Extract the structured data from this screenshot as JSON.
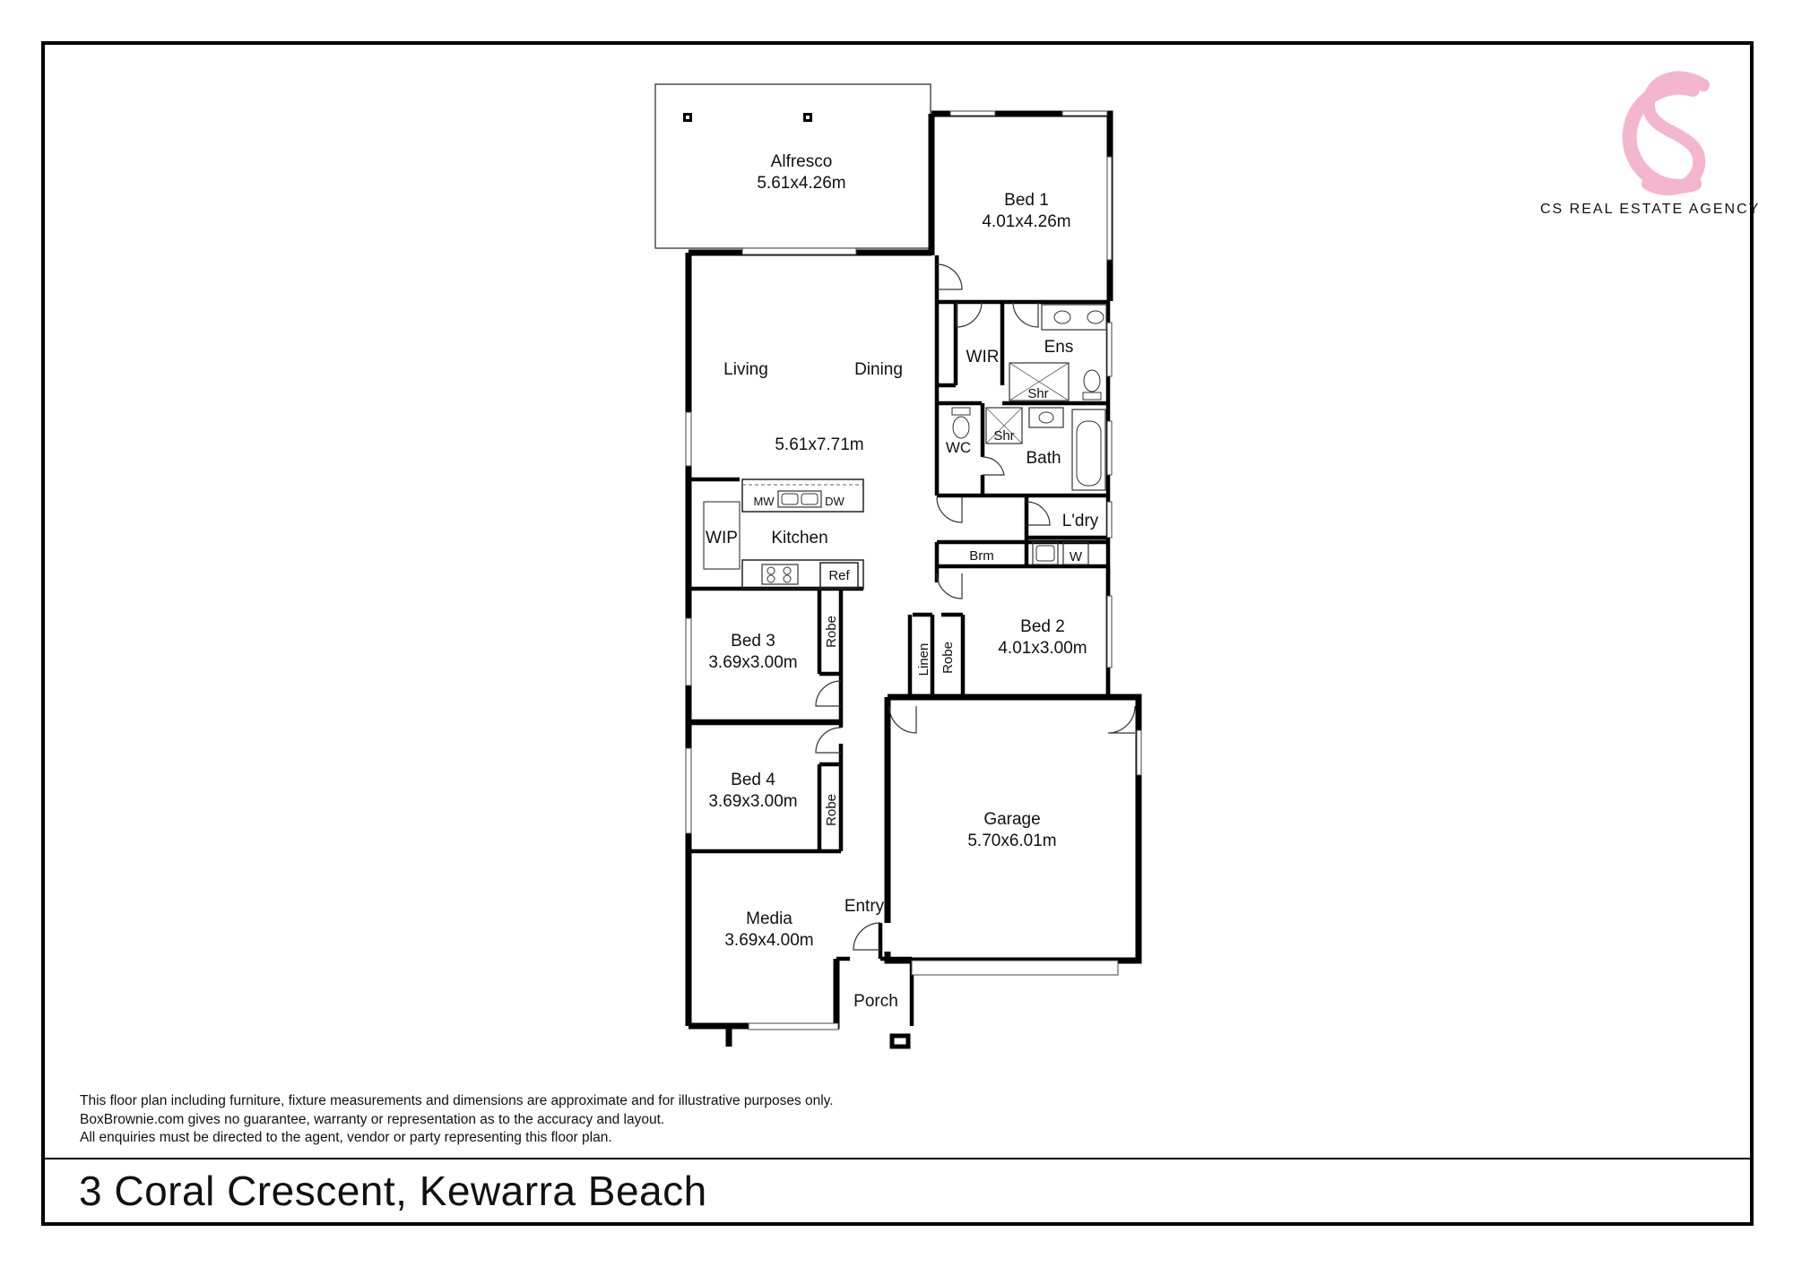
{
  "address": "3 Coral Crescent, Kewarra Beach",
  "agency": {
    "name": "CS REAL ESTATE AGENCY",
    "logo_color": "#f4b6cf"
  },
  "disclaimer": [
    "This floor plan including furniture, fixture measurements and dimensions are approximate and for illustrative purposes only.",
    "BoxBrownie.com gives no guarantee, warranty or representation as to the accuracy and layout.",
    "All enquiries must be directed to the agent, vendor or party representing this floor plan."
  ],
  "rooms": {
    "alfresco": {
      "name": "Alfresco",
      "size": "5.61x4.26m"
    },
    "bed1": {
      "name": "Bed 1",
      "size": "4.01x4.26m"
    },
    "living": {
      "name": "Living"
    },
    "dining": {
      "name": "Dining"
    },
    "living_size": "5.61x7.71m",
    "wir": {
      "name": "WIR"
    },
    "ens": {
      "name": "Ens"
    },
    "ens_shr": {
      "name": "Shr"
    },
    "wc": {
      "name": "WC"
    },
    "bath": {
      "name": "Bath"
    },
    "bath_shr": {
      "name": "Shr"
    },
    "kitchen": {
      "name": "Kitchen"
    },
    "wip": {
      "name": "WIP"
    },
    "mw": {
      "name": "MW"
    },
    "dw": {
      "name": "DW"
    },
    "ref": {
      "name": "Ref"
    },
    "laundry": {
      "name": "L'dry"
    },
    "laundry_w": {
      "name": "W"
    },
    "brm": {
      "name": "Brm"
    },
    "bed2": {
      "name": "Bed 2",
      "size": "4.01x3.00m"
    },
    "linen": {
      "name": "Linen"
    },
    "bed2_robe": {
      "name": "Robe"
    },
    "bed3": {
      "name": "Bed 3",
      "size": "3.69x3.00m"
    },
    "bed3_robe": {
      "name": "Robe"
    },
    "bed4": {
      "name": "Bed 4",
      "size": "3.69x3.00m"
    },
    "bed4_robe": {
      "name": "Robe"
    },
    "garage": {
      "name": "Garage",
      "size": "5.70x6.01m"
    },
    "media": {
      "name": "Media",
      "size": "3.69x4.00m"
    },
    "entry": {
      "name": "Entry"
    },
    "porch": {
      "name": "Porch"
    }
  }
}
